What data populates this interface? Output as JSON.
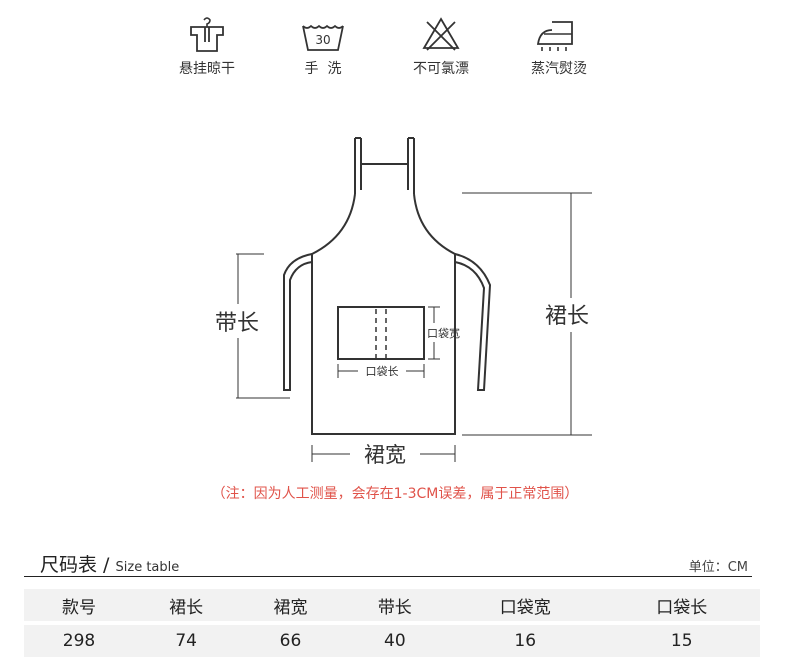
{
  "care": [
    {
      "icon": "hang-dry-icon",
      "label": "悬挂晾干"
    },
    {
      "icon": "hand-wash-icon",
      "label": "手  洗",
      "temp": "30"
    },
    {
      "icon": "no-bleach-icon",
      "label": "不可氯漂"
    },
    {
      "icon": "steam-iron-icon",
      "label": "蒸汽熨烫"
    }
  ],
  "diagram": {
    "strap_length": "带长",
    "apron_length": "裙长",
    "apron_width": "裙宽",
    "pocket_width": "口袋宽",
    "pocket_length": "口袋长"
  },
  "note": "（注：因为人工测量，会存在1-3CM误差，属于正常范围）",
  "size_table": {
    "title": "尺码表 /",
    "title_en": "Size table",
    "unit": "单位：CM",
    "headers": [
      "款号",
      "裙长",
      "裙宽",
      "带长",
      "口袋宽",
      "口袋长"
    ],
    "rows": [
      [
        "298",
        "74",
        "66",
        "40",
        "16",
        "15"
      ]
    ]
  }
}
